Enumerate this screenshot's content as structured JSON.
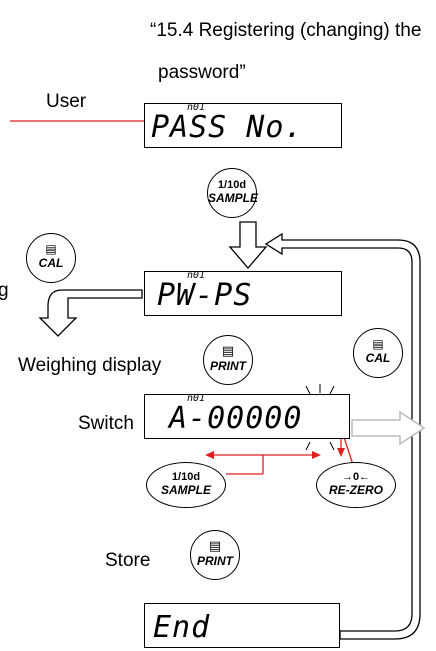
{
  "header": {
    "line1": "“15.4 Registering (changing) the",
    "line2": "password”"
  },
  "labels": {
    "user": "User",
    "cut_g": "g",
    "weighing_display": "Weighing display",
    "switch": "Switch",
    "store": "Store"
  },
  "displays": {
    "pass_no": {
      "main": "PASS No.",
      "indicator": "n01"
    },
    "pw_ps": {
      "main": "PW-PS",
      "indicator": "n01"
    },
    "a_code": {
      "main": "A-00000",
      "indicator": "n01"
    },
    "end": {
      "main": "End"
    }
  },
  "buttons": {
    "sample_top": {
      "l1": "1/10d",
      "l2": "SAMPLE"
    },
    "cal_left": {
      "l1": "",
      "l2": "CAL",
      "icon": "weight-icon"
    },
    "print_mid": {
      "l1": "",
      "l2": "PRINT",
      "icon": "printer-icon"
    },
    "cal_right": {
      "l1": "",
      "l2": "CAL",
      "icon": "weight-icon"
    },
    "sample_bottom": {
      "l1": "1/10d",
      "l2": "SAMPLE"
    },
    "rezero": {
      "l1": "→0←",
      "l2": "RE-ZERO"
    },
    "print_store": {
      "l1": "",
      "l2": "PRINT",
      "icon": "printer-icon"
    }
  },
  "colors": {
    "accent": "#e02020",
    "line": "#000000"
  }
}
